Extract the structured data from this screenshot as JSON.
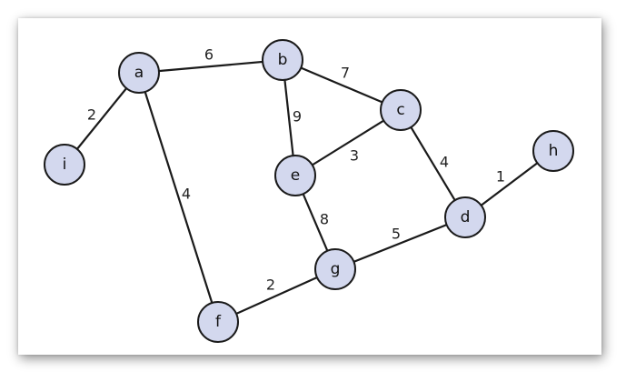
{
  "graph": {
    "nodes": [
      {
        "id": "a",
        "label": "a"
      },
      {
        "id": "b",
        "label": "b"
      },
      {
        "id": "c",
        "label": "c"
      },
      {
        "id": "d",
        "label": "d"
      },
      {
        "id": "e",
        "label": "e"
      },
      {
        "id": "f",
        "label": "f"
      },
      {
        "id": "g",
        "label": "g"
      },
      {
        "id": "h",
        "label": "h"
      },
      {
        "id": "i",
        "label": "i"
      }
    ],
    "edges": [
      {
        "from": "a",
        "to": "b",
        "weight": "6"
      },
      {
        "from": "a",
        "to": "i",
        "weight": "2"
      },
      {
        "from": "a",
        "to": "f",
        "weight": "4"
      },
      {
        "from": "b",
        "to": "c",
        "weight": "7"
      },
      {
        "from": "b",
        "to": "e",
        "weight": "9"
      },
      {
        "from": "e",
        "to": "c",
        "weight": "3"
      },
      {
        "from": "c",
        "to": "d",
        "weight": "4"
      },
      {
        "from": "d",
        "to": "h",
        "weight": "1"
      },
      {
        "from": "e",
        "to": "g",
        "weight": "8"
      },
      {
        "from": "g",
        "to": "d",
        "weight": "5"
      },
      {
        "from": "f",
        "to": "g",
        "weight": "2"
      }
    ],
    "colors": {
      "node_fill": "#d3d8ee",
      "stroke": "#1a1a1a"
    }
  }
}
